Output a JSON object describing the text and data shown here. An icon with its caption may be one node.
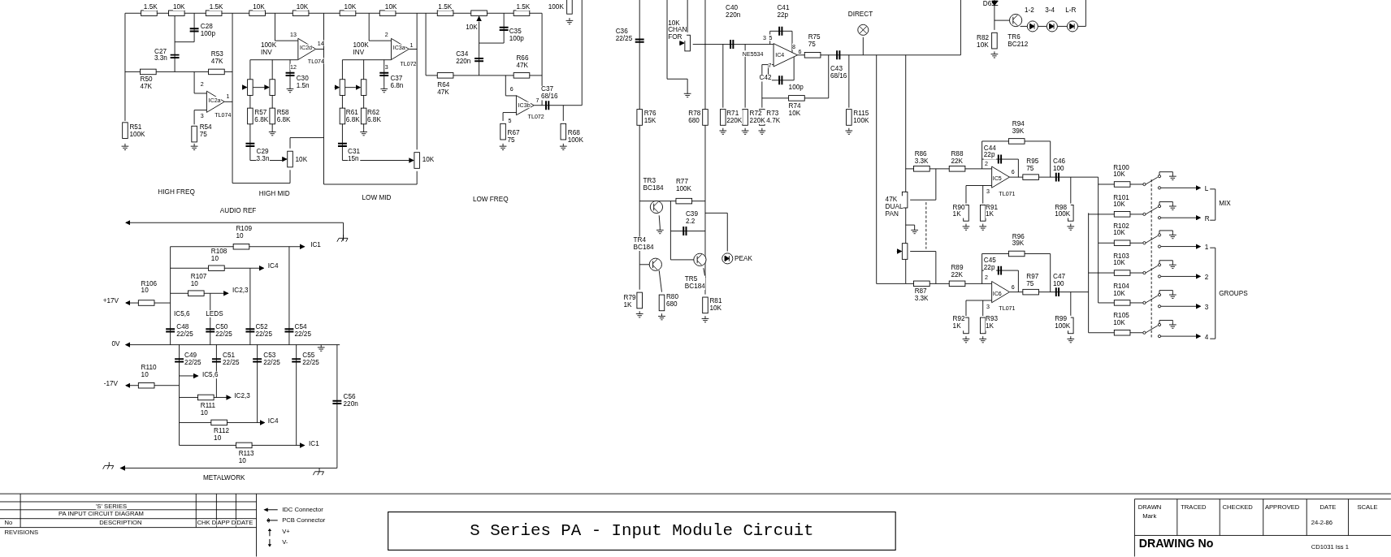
{
  "diagram": {
    "title": "S Series PA - Input Module Circuit",
    "labels": [
      "1.5K",
      "10K",
      "1.5K",
      "10K",
      "10K",
      "10K",
      "10K",
      "1.5K",
      "1.5K",
      "100K",
      "C28 100p",
      "10K",
      "C35 100p",
      "13",
      "2",
      "14",
      "100K INV",
      "IC2d",
      "1",
      "100K INV",
      "IC3a",
      "C27 3.3n",
      "R53 47K",
      "C34 220n",
      "TL074",
      "TL072",
      "R66 47K",
      "12",
      "3",
      "R50 47K",
      "C30 1.5n",
      "C37 6.8n",
      "R64 47K",
      "2",
      "6",
      "C37 68/16",
      "1",
      "IC2a",
      "7",
      "IC3b",
      "TL074",
      "TL072",
      "R57 6.8K",
      "R58 6.8K",
      "R61 6.8K",
      "R62 6.8K",
      "3",
      "5",
      "R51 100K",
      "R54 75",
      "R67 75",
      "R68 100K",
      "C29 3.3n",
      "C31 15n",
      "10K",
      "10K",
      "HIGH FREQ",
      "HIGH MID",
      "LOW MID",
      "LOW FREQ",
      "C40 220n",
      "C41 22p",
      "DIRECT",
      "10K CHAN FOR",
      "C36 22/25",
      "3",
      "5",
      "R75 75",
      "8",
      "NE5534",
      "IC4",
      "6",
      "7",
      "C43 68/16",
      "C42",
      "100p",
      "R74 10K",
      "R76 15K",
      "R78 680",
      "R71 220K",
      "R72 220K",
      "R73 4.7K",
      "R115 100K",
      "TR3 BC184",
      "R77 100K",
      "C39 2.2",
      "TR4 BC184",
      "PEAK",
      "TR5 BC184",
      "R79 1K",
      "R80 680",
      "R81 10K",
      "D6",
      "1-2",
      "3-4",
      "L-R",
      "R82 10K",
      "TR6 BC212",
      "R94 39K",
      "C44 22p",
      "R86 3.3K",
      "R88 22K",
      "R95 75",
      "C46 100",
      "R100 10K",
      "2",
      "IC5",
      "6",
      "3",
      "TL071",
      "L",
      "R101 10K",
      "MIX",
      "R90 1K",
      "R91 1K",
      "R98 100K",
      "R",
      "47K DUAL PAN",
      "R102 10K",
      "R96 39K",
      "1",
      "C45 22p",
      "R89 22K",
      "R87 3.3K",
      "R97 75",
      "C47 100",
      "R103 10K",
      "2",
      "IC6",
      "6",
      "2",
      "R104 10K",
      "GROUPS",
      "3",
      "TL071",
      "3",
      "R92 1K",
      "R93 1K",
      "R99 100K",
      "R105 10K",
      "4",
      "AUDIO REF",
      "R109 10",
      "IC1",
      "R108 10",
      "IC4",
      "R106 10",
      "R107 10",
      "IC2,3",
      "+17V",
      "IC5,6",
      "LEDS",
      "C48 22/25",
      "C50 22/25",
      "C52 22/25",
      "C54 22/25",
      "0V",
      "C49 22/25",
      "C51 22/25",
      "C53 22/25",
      "C55 22/25",
      "R110 10",
      "IC5,6",
      "-17V",
      "IC2,3",
      "R111 10",
      "C56 220n",
      "IC4",
      "R112 10",
      "IC1",
      "R113 10",
      "METALWORK",
      "'S' SERIES",
      "PA INPUT CIRCUIT DIAGRAM",
      "No",
      "DESCRIPTION",
      "CHK D",
      "APP D",
      "DATE",
      "REVISIONS",
      "DRAWN",
      "Mark",
      "TRACED",
      "CHECKED",
      "APPROVED",
      "DATE",
      "24-2-86",
      "SCALE",
      "DRAWING No",
      "CD1031 Iss 1"
    ],
    "legend": [
      {
        "text": "IDC Connector"
      },
      {
        "text": "PCB Connector"
      },
      {
        "text": "V+"
      },
      {
        "text": "V-"
      }
    ]
  }
}
